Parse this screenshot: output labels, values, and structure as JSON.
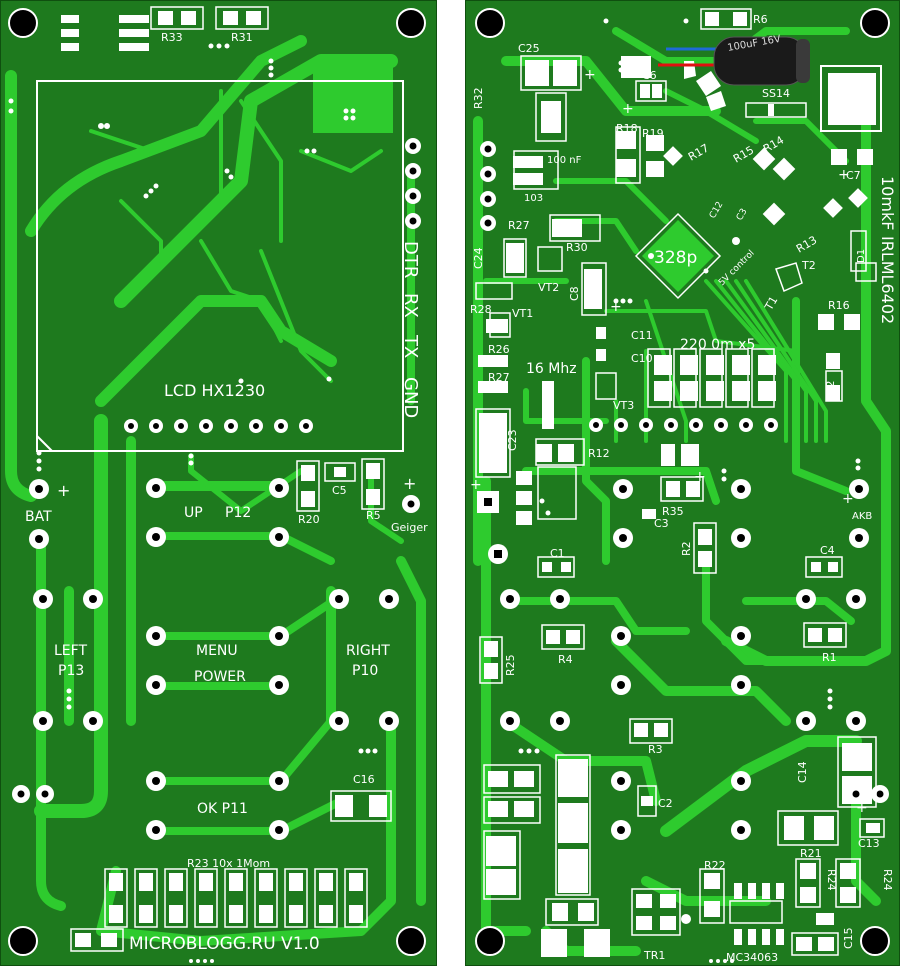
{
  "colors": {
    "board": "#1e7a1e",
    "copper": "#2ecb2e",
    "silkscreen": "#ffffff",
    "hole": "#000000",
    "wire_red": "#e01010",
    "wire_blue": "#1e6bd6"
  },
  "left_board": {
    "lcd_label": "LCD HX1230",
    "header_labels": [
      "DTR",
      "RX",
      "TX",
      "GND"
    ],
    "bat_label": "BAT",
    "plus": "+",
    "geiger_label": "Geiger",
    "button_up": "UP",
    "button_up_pin": "P12",
    "button_left": "LEFT",
    "button_left_pin": "P13",
    "button_right": "RIGHT",
    "button_right_pin": "P10",
    "button_menu": "MENU",
    "button_power": "POWER",
    "button_ok": "OK P11",
    "resistor_array_label": "R23  10x 1Mom",
    "brand": "MICROBLOGG.RU  V1.0",
    "refs": {
      "r33": "R33",
      "r31": "R31",
      "c5": "C5",
      "r20": "R20",
      "r5": "R5",
      "c16": "C16"
    }
  },
  "right_board": {
    "mcu_label": "328p",
    "crystal_label": "16 Mhz",
    "resistors_label": "220 0m x5",
    "mosfet_label": "IRLML6402",
    "cap_10mkf": "10mkF",
    "cap_100nf": "100 nF",
    "cap_code": "103",
    "cap_elec": "100uF 16V",
    "diode_ss14": "SS14",
    "ic_label": "MC34063",
    "akb_label": "AKB",
    "control_label": "5V control",
    "refs": {
      "c25": "C25",
      "r6": "R6",
      "c6": "C6",
      "r32": "R32",
      "r18": "R18",
      "r19": "R19",
      "r17": "R17",
      "r15": "R15",
      "r14": "R14",
      "c7": "C7",
      "c12": "C12",
      "c3b": "C3",
      "r13": "R13",
      "t2": "T2",
      "d1": "D1",
      "t1": "T1",
      "r16": "R16",
      "c24": "C24",
      "r27": "R27",
      "r30": "R30",
      "vt2": "VT2",
      "c8": "C8",
      "r28": "R28",
      "vt1": "VT1",
      "r26": "R26",
      "r27b": "R27",
      "c11": "C11",
      "c10": "C10",
      "vt3": "VT3",
      "d2": "D2",
      "c23": "C23",
      "r12": "R12",
      "r35": "R35",
      "c3": "C3",
      "r2": "R2",
      "c1": "C1",
      "c4": "C4",
      "r4": "R4",
      "r1": "R1",
      "r25": "R25",
      "r3": "R3",
      "c14": "C14",
      "c2": "C2",
      "r21": "R21",
      "c13": "C13",
      "r22": "R22",
      "r24": "R24",
      "r24b": "R24",
      "tr1": "TR1",
      "c15": "C15"
    }
  }
}
